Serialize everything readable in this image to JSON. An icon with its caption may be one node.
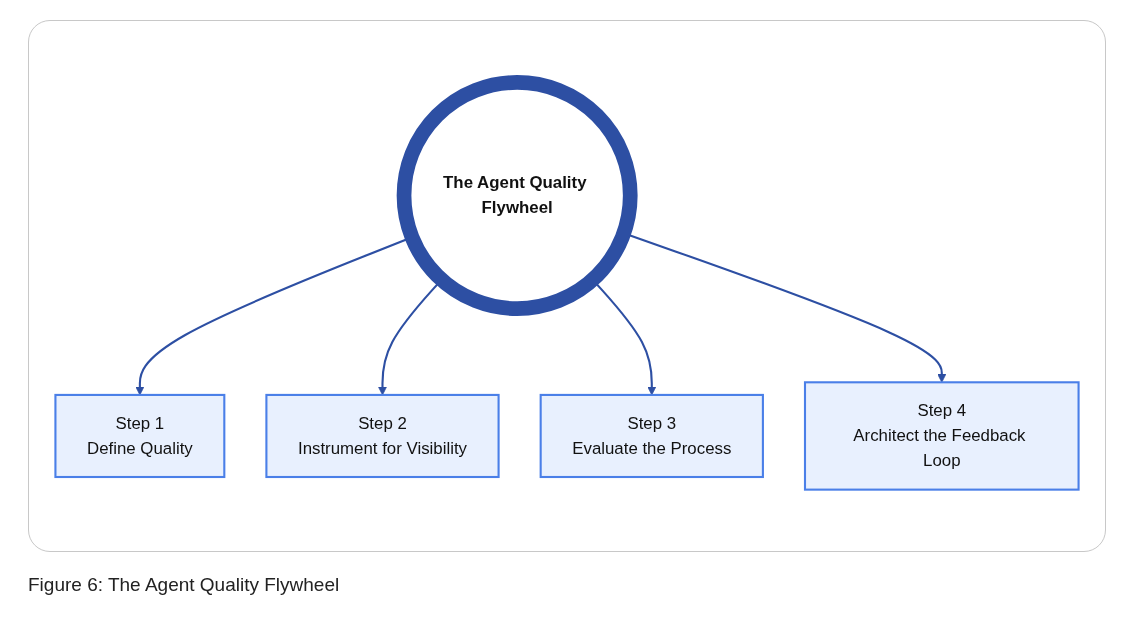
{
  "diagram": {
    "caption": "Figure 6: The Agent Quality Flywheel",
    "nodes": [
      {
        "text": [
          "Step 1",
          "Define Quality"
        ]
      },
      {
        "text": [
          "Step 2",
          "Instrument for Visibility"
        ]
      },
      {
        "text": [
          "The Agent Quality Flywheel"
        ]
      },
      {
        "text": [
          "Step 4",
          "Architect the Feedback Loop"
        ]
      },
      {
        "text": [
          "Step 3",
          "Evaluate the Process"
        ]
      }
    ],
    "edges": [
      {
        "from": 2,
        "to": 0,
        "arrow": "to"
      },
      {
        "from": 2,
        "to": 1,
        "arrow": "to"
      },
      {
        "from": 2,
        "to": 4,
        "arrow": "to"
      },
      {
        "from": 2,
        "to": 3,
        "arrow": "to"
      }
    ]
  }
}
